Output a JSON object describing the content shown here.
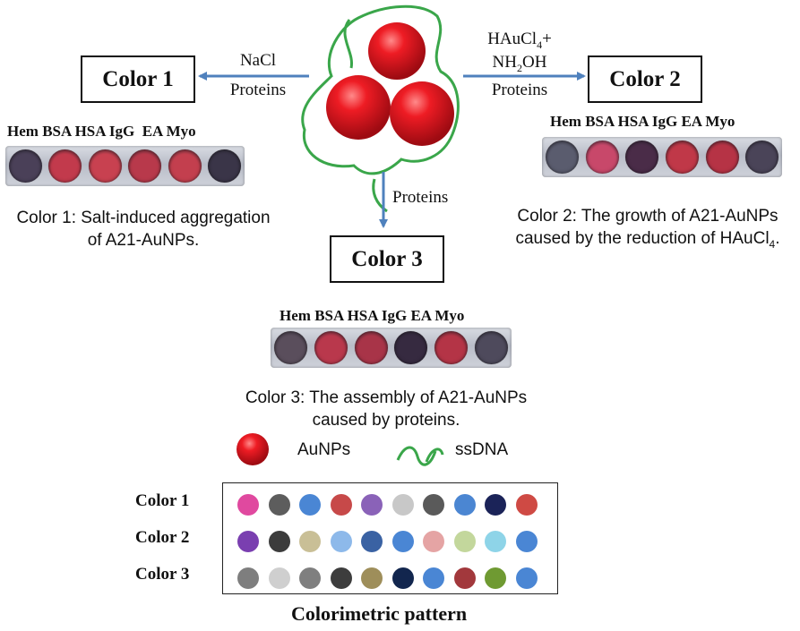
{
  "boxes": {
    "color1": "Color 1",
    "color2": "Color 2",
    "color3": "Color 3"
  },
  "arrows": {
    "left_top": "NaCl",
    "left_bottom": "Proteins",
    "right_line1_base": "HAuCl",
    "right_line1_sub": "4",
    "right_line1_suffix": "+",
    "right_line2_base": "NH",
    "right_line2_sub": "2",
    "right_line2_suffix": "OH",
    "right_line3": "Proteins",
    "down": "Proteins"
  },
  "proteins": [
    "Hem",
    "BSA",
    "HSA",
    "IgG",
    "EA",
    "Myo"
  ],
  "captions": {
    "c1_line1": "Color 1: Salt-induced aggregation",
    "c1_line2": "of A21-AuNPs.",
    "c2_line1": "Color 2: The growth of  A21-AuNPs",
    "c2_line2_base": "caused by the reduction of HAuCl",
    "c2_line2_sub": "4",
    "c2_line2_suffix": ".",
    "c3_line1": "Color 3: The assembly of A21-AuNPs",
    "c3_line2": "caused by proteins."
  },
  "strip_colors": {
    "color1": [
      "#4a4058",
      "#c23a4c",
      "#c84150",
      "#b8394b",
      "#c33f4e",
      "#3a3548"
    ],
    "color2": [
      "#5a5c6e",
      "#c8486a",
      "#4a2c48",
      "#c03848",
      "#b63345",
      "#4a4458"
    ],
    "color3": [
      "#5a4e5c",
      "#b9384c",
      "#a83448",
      "#362a40",
      "#b43446",
      "#4e4a5c"
    ]
  },
  "legend": {
    "aunps": "AuNPs",
    "ssdna": "ssDNA"
  },
  "pattern": {
    "rows": [
      {
        "label": "Color 1",
        "colors": [
          "#e0499f",
          "#5d5d5d",
          "#4a86d4",
          "#c74949",
          "#8a62b8",
          "#c8c8c8",
          "#5a5a5a",
          "#4b86d2",
          "#1b2358",
          "#cf4a44"
        ]
      },
      {
        "label": "Color 2",
        "colors": [
          "#7a3fb0",
          "#3c3c3c",
          "#c9bf96",
          "#8db9ea",
          "#3a62a3",
          "#4a86d4",
          "#e5a4a4",
          "#c3d79c",
          "#8ed4e8",
          "#4a86d4"
        ]
      },
      {
        "label": "Color 3",
        "colors": [
          "#7e7e7e",
          "#cfcfcf",
          "#7f7f7f",
          "#3d3d3d",
          "#9e8e5a",
          "#12264e",
          "#4a86d4",
          "#a2383c",
          "#6f9a32",
          "#4a86d4"
        ]
      }
    ],
    "title": "Colorimetric pattern"
  },
  "colors": {
    "arrow": "#4f81bd",
    "particle": "#e0101e",
    "dna": "#3aa64a"
  }
}
